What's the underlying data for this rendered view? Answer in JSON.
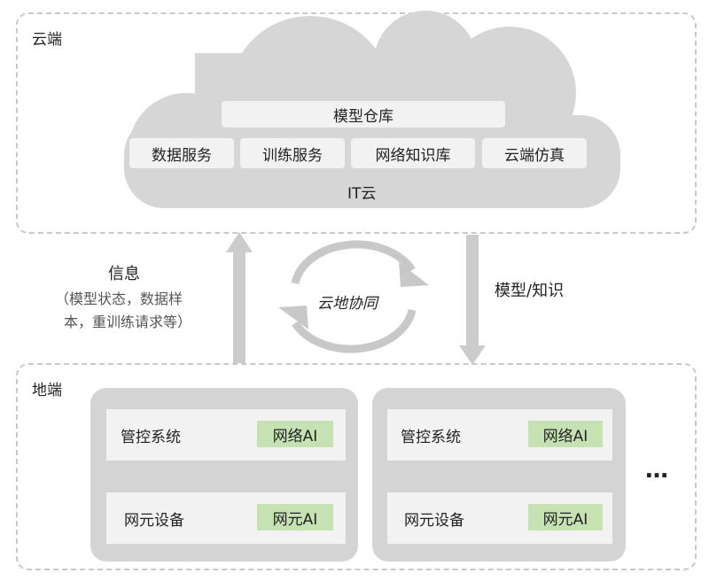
{
  "cloud": {
    "section_label": "云端",
    "repository": "模型仓库",
    "services": [
      "数据服务",
      "训练服务",
      "网络知识库",
      "云端仿真"
    ],
    "it_cloud": "IT云"
  },
  "middle": {
    "up_title": "信息",
    "up_detail_1": "（模型状态，数据样",
    "up_detail_2": "本，重训练请求等）",
    "cycle_label": "云地协同",
    "down_label": "模型/知识"
  },
  "ground": {
    "section_label": "地端",
    "nodes": [
      {
        "mgmt": "管控系统",
        "mgmt_ai": "网络AI",
        "device": "网元设备",
        "device_ai": "网元AI"
      },
      {
        "mgmt": "管控系统",
        "mgmt_ai": "网络AI",
        "device": "网元设备",
        "device_ai": "网元AI"
      }
    ],
    "ellipsis": "…"
  },
  "colors": {
    "cloud": "#d6d6d6",
    "pill": "#f2f2f2",
    "panel": "#d4d4d4",
    "ai_badge": "#c6e2b3",
    "arrow": "#cccccc",
    "cycle": "#c8c8c8",
    "dashed_border": "#c9c9c9"
  }
}
